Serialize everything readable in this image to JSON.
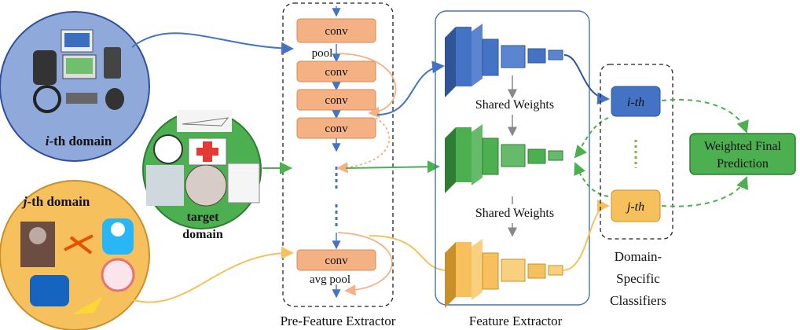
{
  "source_domains": {
    "i": {
      "label_italic": "i",
      "label_rest": "-th domain",
      "color": "#8fa9db"
    },
    "j": {
      "label_italic": "j",
      "label_rest": "-th domain",
      "color": "#f6c15c"
    }
  },
  "target_domain": {
    "line1": "target",
    "line2": "domain",
    "color": "#4caf50"
  },
  "pre_feature_extractor": {
    "caption": "Pre-Feature Extractor",
    "conv_label": "conv",
    "pool_label": "pool",
    "avg_pool_label": "avg pool"
  },
  "feature_extractor": {
    "caption": "Feature Extractor",
    "shared_weights_top": "Shared Weights",
    "shared_weights_bottom": "Shared Weights"
  },
  "classifiers": {
    "caption_line1": "Domain-",
    "caption_line2": "Specific",
    "caption_line3": "Classifiers",
    "i_label": "i-th",
    "j_label": "j-th"
  },
  "final": {
    "line1": "Weighted Final",
    "line2": "Prediction"
  },
  "colors": {
    "blue": "#4472c4",
    "green": "#4caf50",
    "orange": "#f4b183",
    "yellow": "#f6c15c",
    "conv_fill": "#f4b183"
  }
}
